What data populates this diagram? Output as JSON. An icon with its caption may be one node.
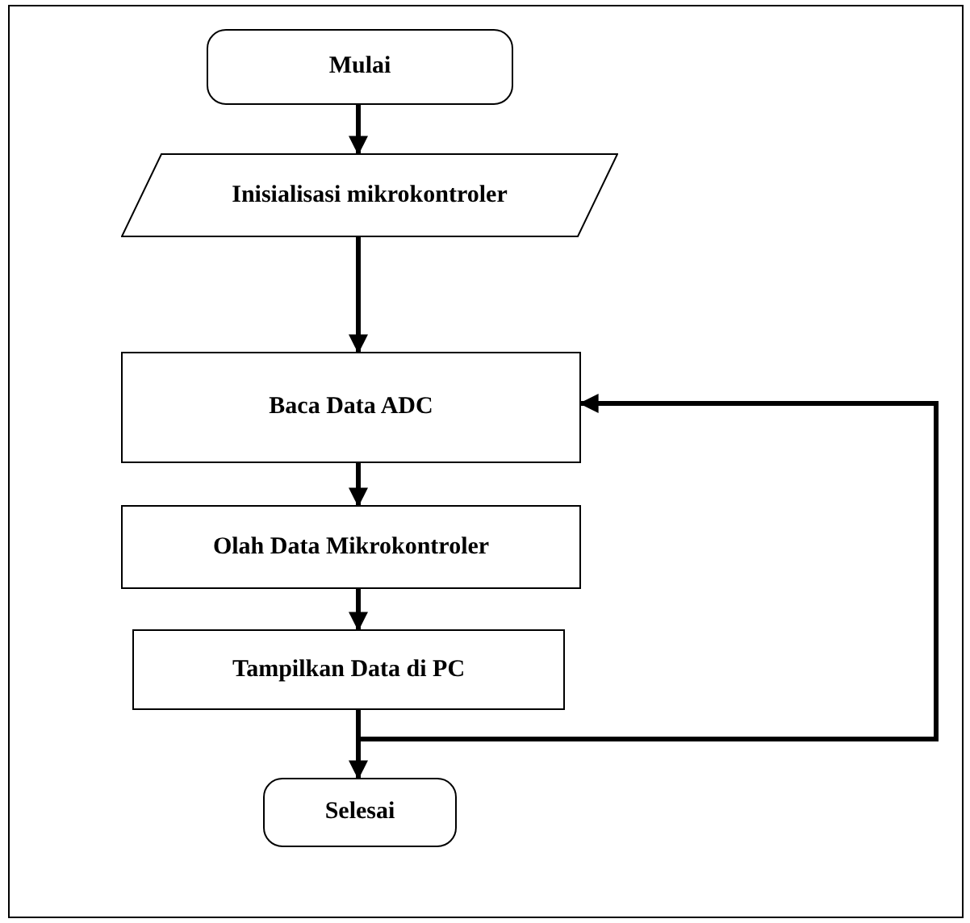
{
  "diagram": {
    "nodes": [
      {
        "text": [
          "Mulai"
        ]
      },
      {
        "text": [
          "Inisialisasi mikrokontroler"
        ]
      },
      {
        "text": [
          "Baca Data ADC"
        ]
      },
      {
        "text": [
          "Olah Data Mikrokontroler"
        ]
      },
      {
        "text": [
          "Tampilkan Data di PC"
        ]
      },
      {
        "text": [
          "Selesai"
        ]
      }
    ],
    "edges": [
      {
        "from": 0,
        "to": 1,
        "arrow": "to"
      },
      {
        "from": 1,
        "to": 2,
        "arrow": "to"
      },
      {
        "from": 2,
        "to": 3,
        "arrow": "to"
      },
      {
        "from": 3,
        "to": 4,
        "arrow": "to"
      },
      {
        "from": 4,
        "to": 5,
        "arrow": "to"
      },
      {
        "from": 4,
        "to": 2,
        "arrow": "to"
      }
    ]
  }
}
